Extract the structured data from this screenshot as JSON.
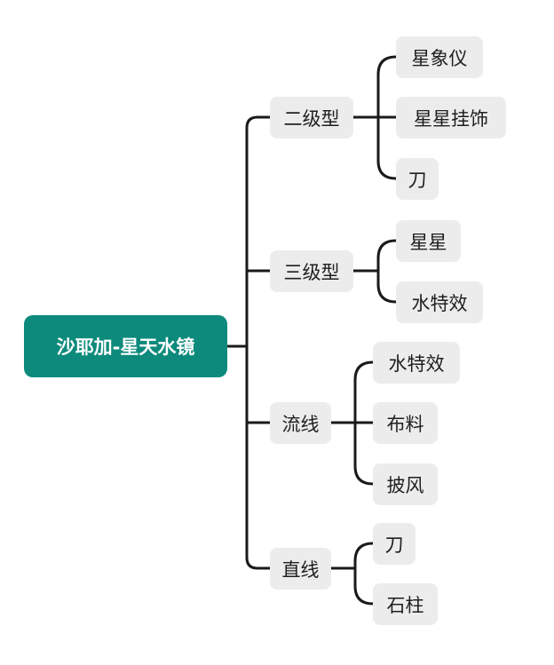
{
  "root": {
    "label": "沙耶加-星天水镜"
  },
  "branches": [
    {
      "label": "二级型",
      "children": [
        {
          "label": "星象仪"
        },
        {
          "label": "星星挂饰"
        },
        {
          "label": "刀"
        }
      ]
    },
    {
      "label": "三级型",
      "children": [
        {
          "label": "星星"
        },
        {
          "label": "水特效"
        }
      ]
    },
    {
      "label": "流线",
      "children": [
        {
          "label": "水特效"
        },
        {
          "label": "布料"
        },
        {
          "label": "披风"
        }
      ]
    },
    {
      "label": "直线",
      "children": [
        {
          "label": "刀"
        },
        {
          "label": "石柱"
        }
      ]
    }
  ],
  "colors": {
    "root_bg": "#0d8a7c",
    "node_bg": "#ececec",
    "line": "#1a1a1a"
  }
}
